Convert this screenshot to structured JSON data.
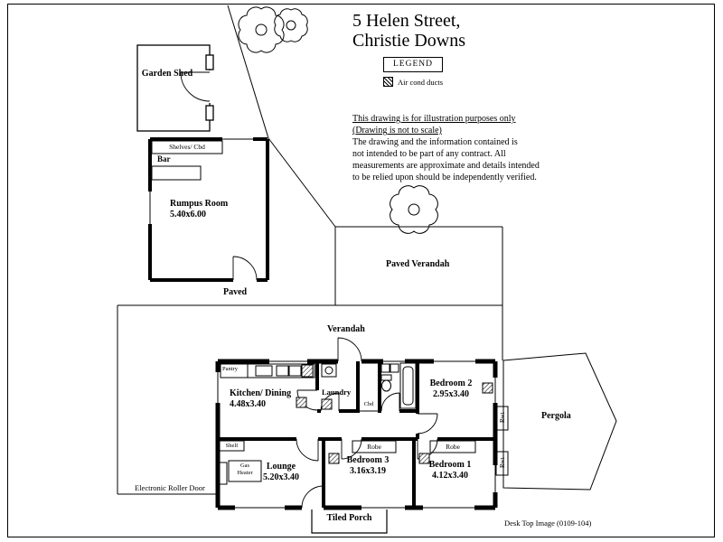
{
  "title": {
    "line1": "5 Helen Street,",
    "line2": "Christie Downs"
  },
  "legend": {
    "heading": "LEGEND",
    "air_duct_label": "Air cond ducts"
  },
  "disclaimer": {
    "lines": [
      "This drawing is for illustration purposes only",
      "(Drawing is not to scale)",
      "The drawing and the information contained is",
      "not intended to be part of any contract.  All",
      "measurements are approximate and details intended",
      "to be relied upon should be independently verified."
    ]
  },
  "site": {
    "garden_shed": "Garden Shed",
    "paved": "Paved",
    "paved_verandah": "Paved Verandah",
    "verandah": "Verandah",
    "pergola": "Pergola",
    "roller_door": "Electronic Roller Door",
    "rwt_top": "Rwt",
    "rwt_bottom": "Rwt",
    "tiled_porch": "Tiled Porch"
  },
  "rumpus": {
    "shelves": "Shelves/ Cbd",
    "bar": "Bar",
    "name": "Rumpus Room",
    "dims": "5.40x6.00"
  },
  "house": {
    "pantry": "Pantry",
    "kitchen_name": "Kitchen/ Dining",
    "kitchen_dims": "4.48x3.40",
    "laundry": "Laundry",
    "cbd": "Cbd",
    "bedroom2_name": "Bedroom 2",
    "bedroom2_dims": "2.95x3.40",
    "robe_left": "Robe",
    "robe_right": "Robe",
    "bedroom3_name": "Bedroom 3",
    "bedroom3_dims": "3.16x3.19",
    "bedroom1_name": "Bedroom 1",
    "bedroom1_dims": "4.12x3.40",
    "lounge_name": "Lounge",
    "lounge_dims": "5.20x3.40",
    "shelf": "Shelf",
    "gas_heater_line1": "Gas",
    "gas_heater_line2": "Heater"
  },
  "footer": "Desk Top Image  (0109-104)"
}
